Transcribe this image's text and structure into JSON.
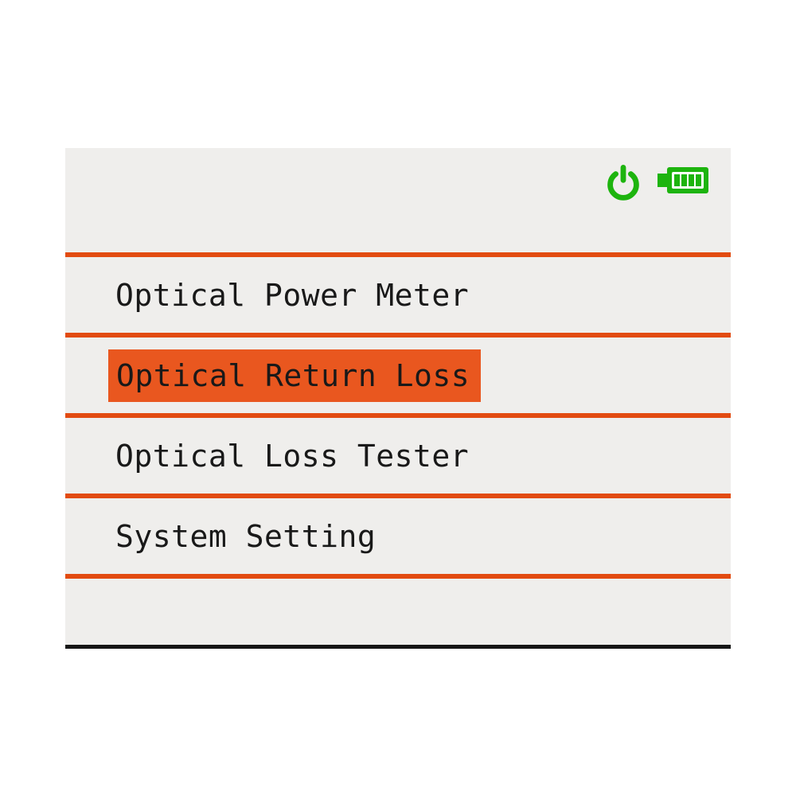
{
  "device": {
    "screen_name": "optical-tester-main-menu"
  },
  "status_bar": {
    "power_icon": "power-symbol",
    "battery_icon": "battery-level-indicator",
    "battery_bars_shown": 4,
    "icon_color": "#1db40e"
  },
  "menu": {
    "items": [
      {
        "label": "Optical Power Meter",
        "selected": false
      },
      {
        "label": "Optical Return Loss",
        "selected": true
      },
      {
        "label": "Optical Loss Tester",
        "selected": false
      },
      {
        "label": "System Setting",
        "selected": false
      }
    ],
    "selected_item": "Optical Return Loss",
    "text_color": "#191919",
    "highlight_color": "#e9571f",
    "divider_color": "#e24b11",
    "screen_background": "#efeeec",
    "bottom_border_color": "#161616"
  }
}
